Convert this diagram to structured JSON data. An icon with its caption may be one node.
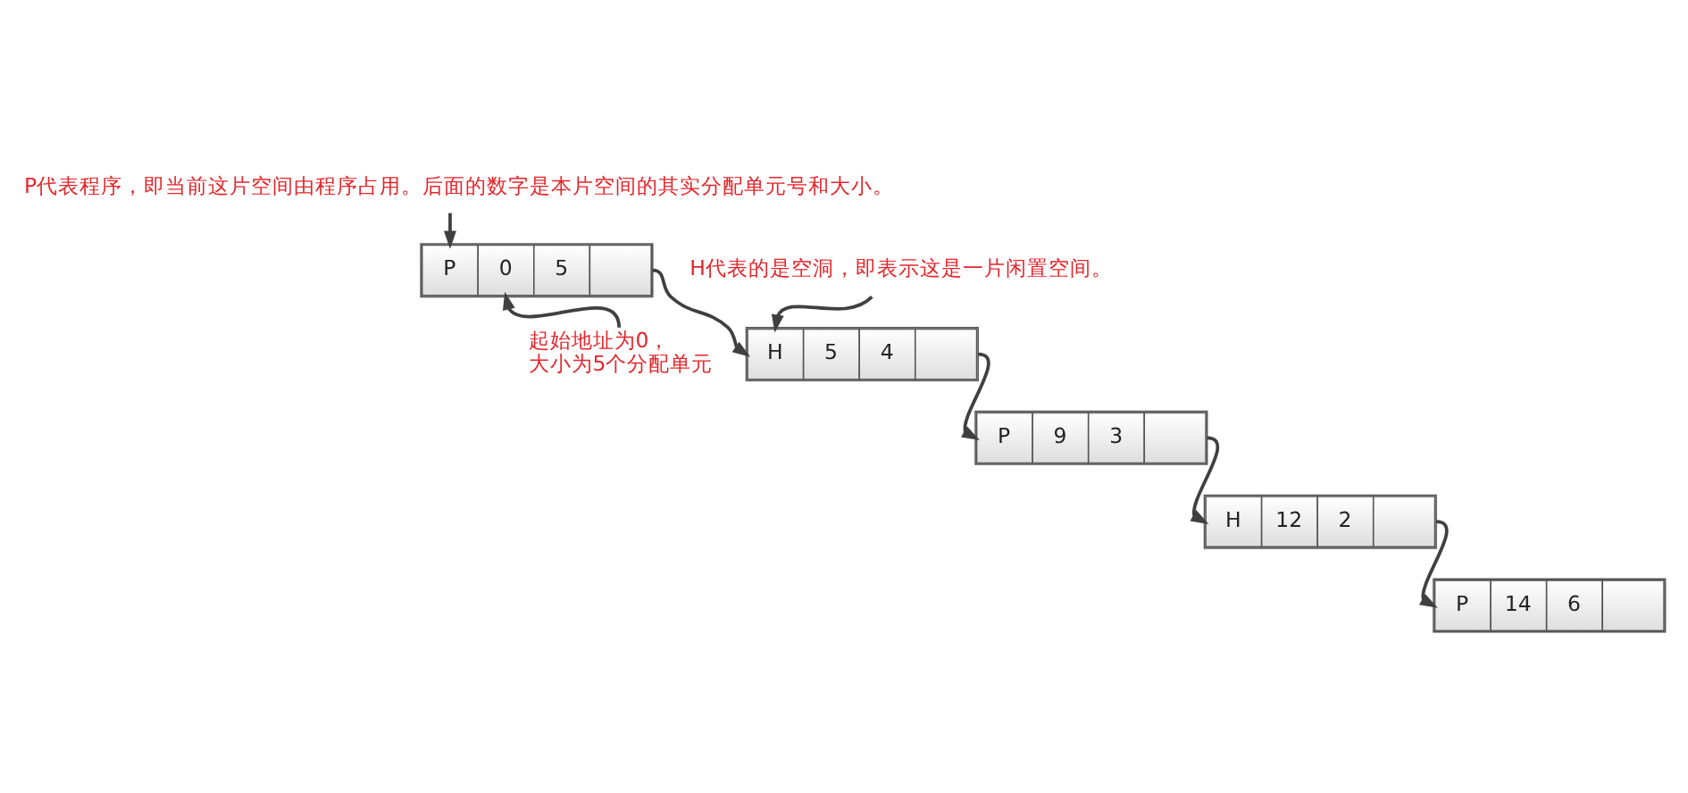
{
  "diagram": {
    "nodes": [
      {
        "text": [
          "P代表程序，即当前这片空间由程序占用。后面的数字是本片空间的其实分配单元号和大小。"
        ]
      },
      {
        "text": [
          "P",
          "0",
          "5"
        ]
      },
      {
        "text": [
          "H代表的是空洞，即表示这是一片闲置空间。"
        ]
      },
      {
        "text": [
          "起始地址为0，大小为5个分配单元"
        ]
      },
      {
        "text": [
          "H",
          "5",
          "4"
        ]
      },
      {
        "text": [
          "P",
          "9",
          "3"
        ]
      },
      {
        "text": [
          "H",
          "12",
          "2"
        ]
      },
      {
        "text": [
          "P",
          "14",
          "6"
        ]
      }
    ],
    "edges": [
      {
        "from": 0,
        "to": 1,
        "arrow": "to"
      },
      {
        "from": 1,
        "to": 4,
        "arrow": "to"
      },
      {
        "from": 2,
        "to": 4,
        "arrow": "to"
      },
      {
        "from": 3,
        "to": 1,
        "arrow": "to"
      },
      {
        "from": 4,
        "to": 5,
        "arrow": "to"
      },
      {
        "from": 5,
        "to": 6,
        "arrow": "to"
      },
      {
        "from": 6,
        "to": 7,
        "arrow": "to"
      }
    ]
  }
}
